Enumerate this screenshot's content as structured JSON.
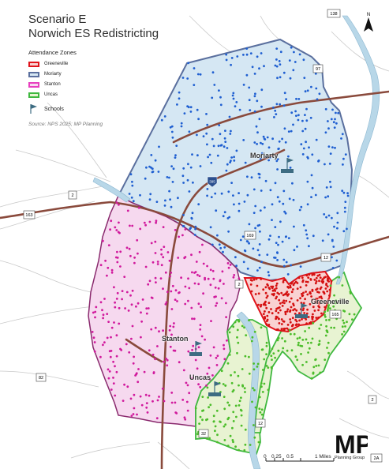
{
  "title": {
    "line1": "Scenario E",
    "line2": "Norwich ES Redistricting"
  },
  "legend": {
    "heading": "Attendance Zones",
    "zones": [
      {
        "label": "Greeneville",
        "color": "#e0141b"
      },
      {
        "label": "Moriarty",
        "color": "#5a6f9e"
      },
      {
        "label": "Stanton",
        "color": "#e83fbf"
      },
      {
        "label": "Uncas",
        "color": "#3fb83f"
      }
    ],
    "schools_label": "Schools"
  },
  "source": "Source: NPS 2025; MP Planning",
  "map_labels": {
    "moriarty": "Moriarty",
    "greeneville": "Greeneville",
    "stanton": "Stanton",
    "uncas": "Uncas"
  },
  "route_shields": [
    "138",
    "97",
    "2",
    "163",
    "169",
    "2",
    "12",
    "165",
    "82",
    "395",
    "12",
    "32",
    "2",
    "2A"
  ],
  "scale_bar": {
    "ticks": [
      "0",
      "0.25",
      "0.5",
      "1 Miles"
    ]
  },
  "logo": {
    "mark": "MP",
    "subtitle": "Planning Group"
  },
  "north_arrow": "N",
  "colors": {
    "moriarty_fill": "#d5e7f3",
    "stanton_fill": "#f6d9ef",
    "greeneville_fill": "#f9d2d2",
    "uncas_fill": "#e8f3d2",
    "moriarty_dots": "#1f5fd1",
    "stanton_dots": "#d11a9d",
    "greeneville_dots": "#d41010",
    "uncas_dots": "#4bbd2a",
    "school_flag": "#3d6c82",
    "highway": "#8a4a3c",
    "water": "#b8d7e8"
  }
}
